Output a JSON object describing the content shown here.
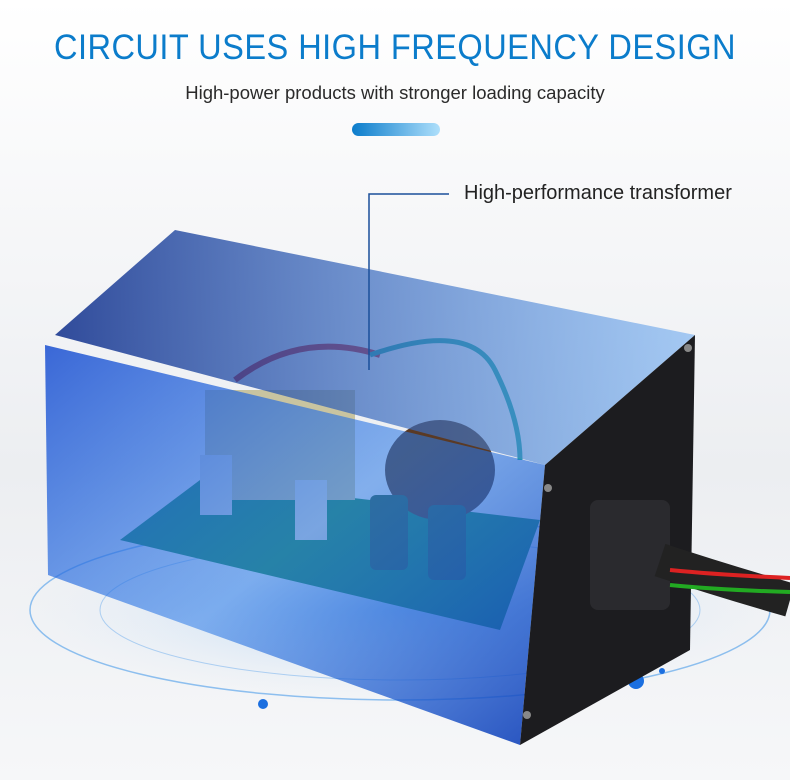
{
  "header": {
    "title": "CIRCUIT USES HIGH FREQUENCY DESIGN",
    "subtitle": "High-power products with stronger loading capacity"
  },
  "callouts": [
    {
      "label": "High-performance transformer"
    }
  ],
  "colors": {
    "accent": "#0b7ccb",
    "accent_light": "#aedffb",
    "housing_blue": "#1b5fd6",
    "pcb_green": "#1f8a5a"
  }
}
